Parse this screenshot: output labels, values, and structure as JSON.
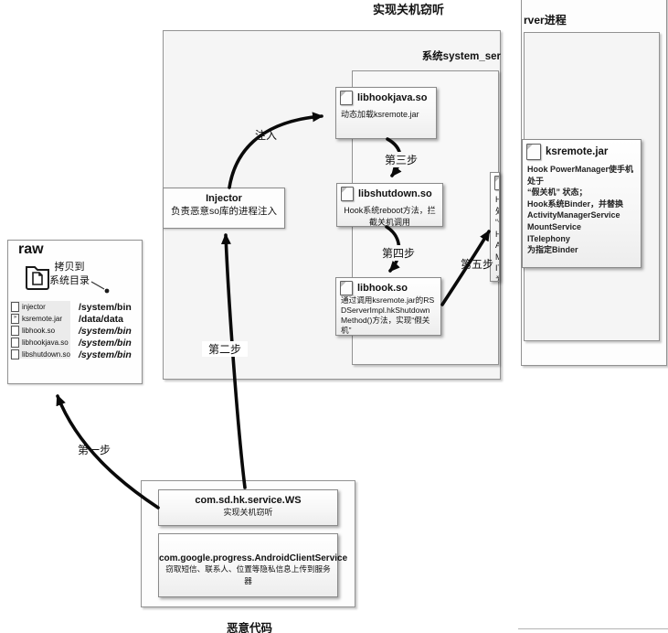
{
  "page": {
    "top_title": "实现关机窃听",
    "server_process_label": "rver进程",
    "system_server_label": "系统system_ser",
    "malicious_code_label": "恶意代码"
  },
  "steps": {
    "inject": "注入",
    "step1": "第一步",
    "step2": "第二步",
    "step3": "第三步",
    "step4": "第四步",
    "step5": "第五步"
  },
  "boxes": {
    "injector": {
      "title": "Injector",
      "body": "负责恶意so库的进程注入"
    },
    "libhookjava": {
      "title": "libhookjava.so",
      "body": "动态加载ksremote.jar"
    },
    "libshutdown": {
      "title": "libshutdown.so",
      "body": "Hook系统reboot方法，拦截关机调用"
    },
    "libhook": {
      "title": "libhook.so",
      "body": "通过调用ksremote.jar的RSDServerImpl.hkShutdownMethod()方法，实现“假关机”"
    },
    "ksremote": {
      "title": "ksremote.jar",
      "body": "Hook PowerManager使手机处于\n“假关机” 状态；\nHook系统Binder，并替换\nActivityManagerService\nMountService\nITelephony\n为指定Binder"
    },
    "ws_service": {
      "title": "com.sd.hk.service.WS",
      "subtitle": "实现关机窃听"
    },
    "client_service": {
      "title": "com.google.progress.AndroidClientService",
      "subtitle": "窃取短信、联系人、位置等隐私信息上传到服务器"
    }
  },
  "raw_panel": {
    "title": "raw",
    "copy_note": "拷贝到\n系统目录",
    "files": [
      {
        "name": "injector",
        "path": "/system/bin"
      },
      {
        "name": "ksremote.jar",
        "path": "/data/data"
      },
      {
        "name": "libhook.so",
        "path": "/system/bin"
      },
      {
        "name": "libhookjava.so",
        "path": "/system/bin"
      },
      {
        "name": "libshutdown.so",
        "path": "/system/bin"
      }
    ]
  },
  "colors": {
    "arrow": "#0a0a0a",
    "border": "#929292",
    "panel_fill": "#f5f5f5"
  }
}
